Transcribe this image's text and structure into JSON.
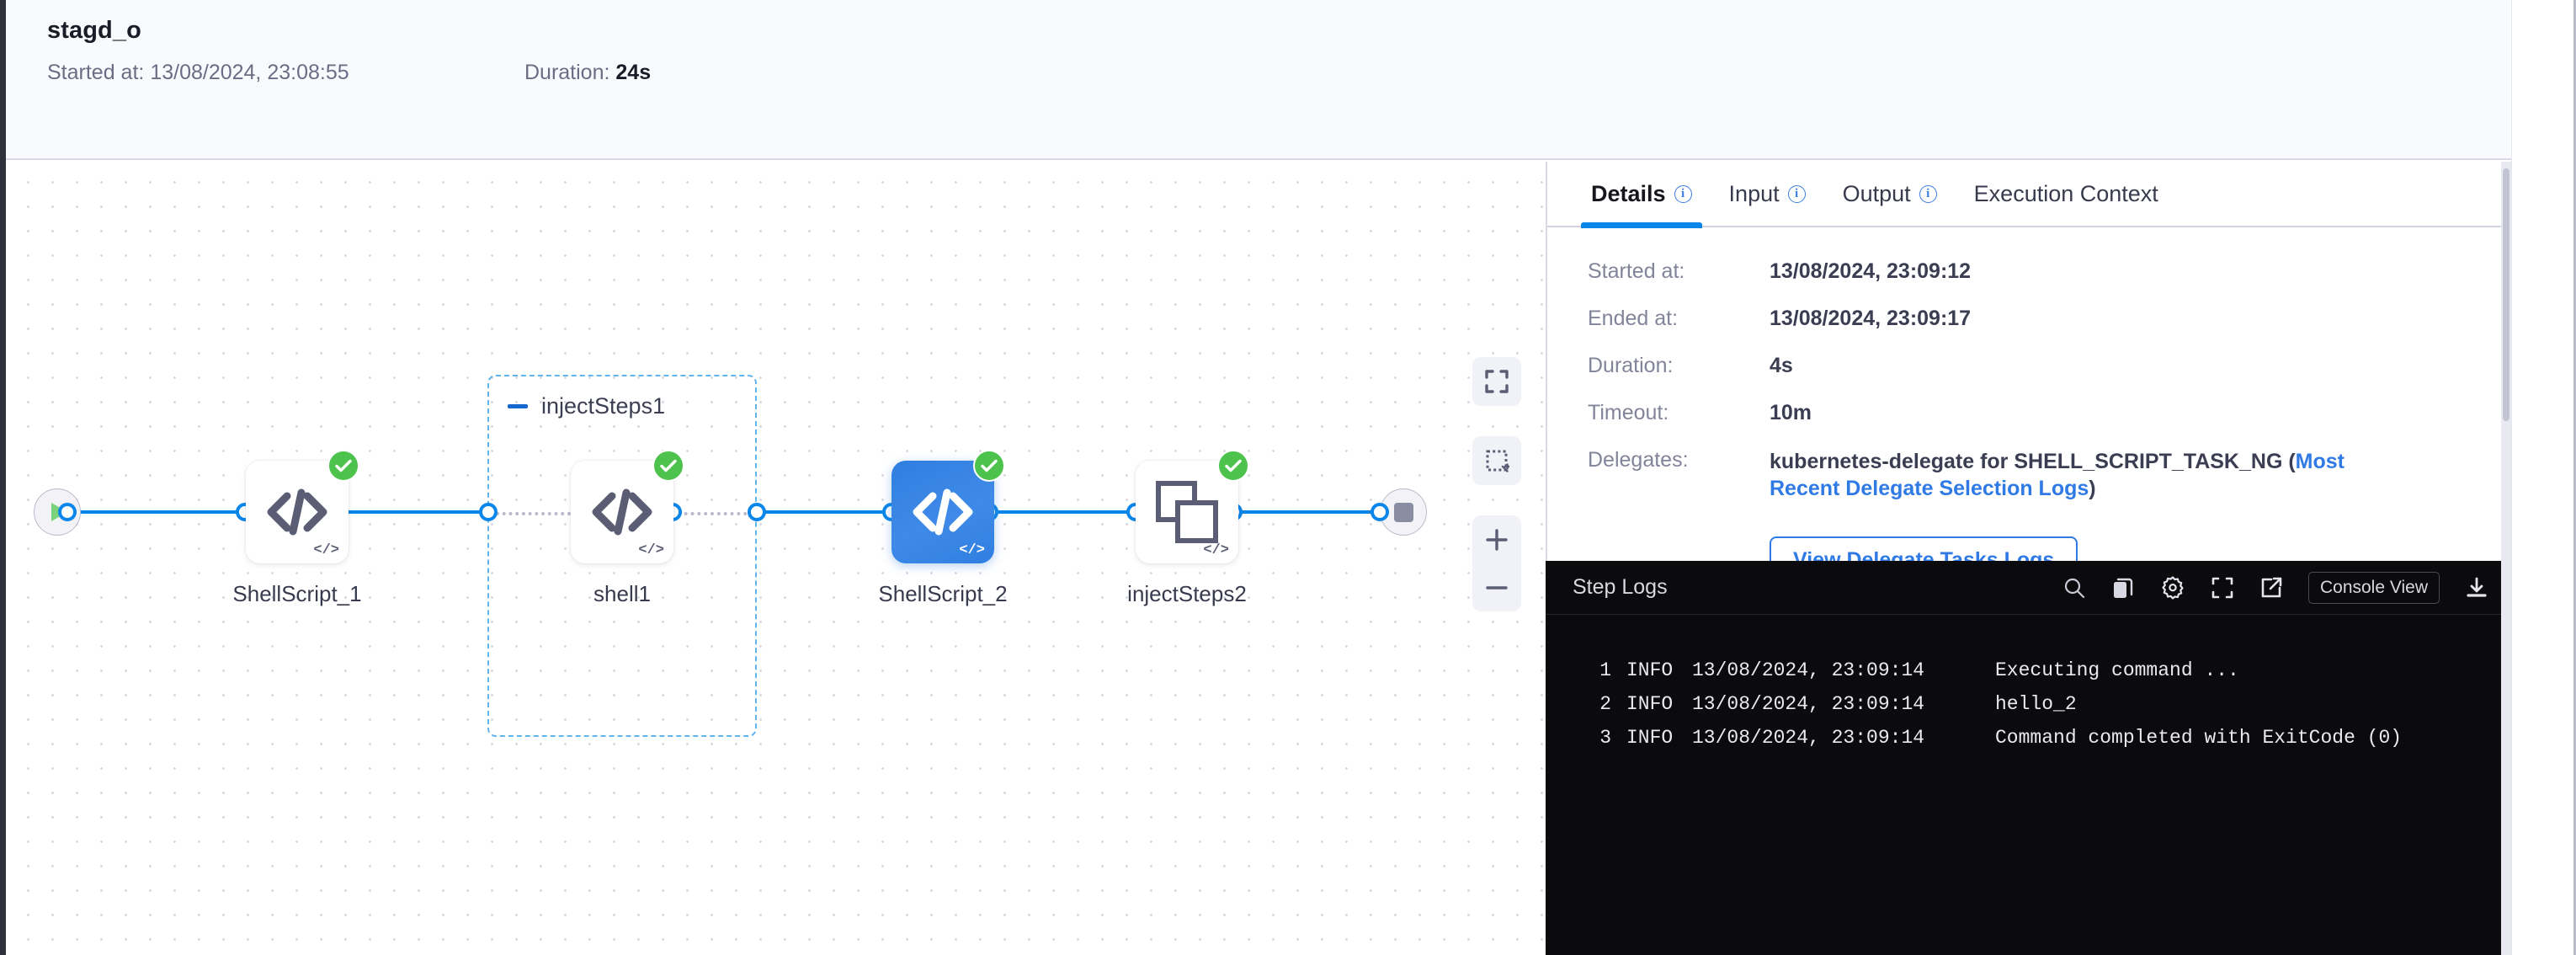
{
  "header": {
    "title": "stagd_o",
    "started_label": "Started at:",
    "started_value": "13/08/2024, 23:08:55",
    "duration_label": "Duration:",
    "duration_value": "24s"
  },
  "graph": {
    "start_node": "start-node",
    "end_node": "end-node",
    "group": {
      "label": "injectSteps1",
      "collapse": "collapse"
    },
    "nodes": [
      {
        "label": "ShellScript_1",
        "icon": "code-icon",
        "status": "success",
        "selected": false
      },
      {
        "label": "shell1",
        "icon": "code-icon",
        "status": "success",
        "selected": false
      },
      {
        "label": "ShellScript_2",
        "icon": "code-icon",
        "status": "success",
        "selected": true
      },
      {
        "label": "injectSteps2",
        "icon": "stacked-squares-icon",
        "status": "success",
        "selected": false
      }
    ],
    "controls": [
      {
        "name": "fit-to-screen"
      },
      {
        "name": "selection-box"
      },
      {
        "name": "zoom-in"
      },
      {
        "name": "zoom-out"
      }
    ]
  },
  "panel": {
    "tabs": [
      {
        "label": "Details",
        "info": true,
        "active": true
      },
      {
        "label": "Input",
        "info": true,
        "active": false
      },
      {
        "label": "Output",
        "info": true,
        "active": false
      },
      {
        "label": "Execution Context",
        "info": false,
        "active": false
      }
    ],
    "details": {
      "started_at_label": "Started at:",
      "started_at_value": "13/08/2024, 23:09:12",
      "ended_at_label": "Ended at:",
      "ended_at_value": "13/08/2024, 23:09:17",
      "duration_label": "Duration:",
      "duration_value": "4s",
      "timeout_label": "Timeout:",
      "timeout_value": "10m",
      "delegates_label": "Delegates:",
      "delegates_value": "kubernetes-delegate for SHELL_SCRIPT_TASK_NG (",
      "delegates_link": "Most Recent Delegate Selection Logs",
      "delegates_suffix": ")",
      "delegate_button": "View Delegate Tasks Logs"
    }
  },
  "logs": {
    "title": "Step Logs",
    "console_view_button": "Console View",
    "icons": [
      "search-icon",
      "copy-icon",
      "gear-icon",
      "fullscreen-icon",
      "external-link-icon",
      "download-icon"
    ],
    "lines": [
      {
        "n": "1",
        "level": "INFO",
        "time": "13/08/2024, 23:09:14",
        "message": "Executing command ..."
      },
      {
        "n": "2",
        "level": "INFO",
        "time": "13/08/2024, 23:09:14",
        "message": "hello_2"
      },
      {
        "n": "3",
        "level": "INFO",
        "time": "13/08/2024, 23:09:14",
        "message": "Command completed with ExitCode (0)"
      }
    ]
  },
  "colors": {
    "accent": "#0a86ea",
    "success": "#4dc24d",
    "selected_node": "#2f7fe0",
    "link": "#2f7ae5"
  }
}
